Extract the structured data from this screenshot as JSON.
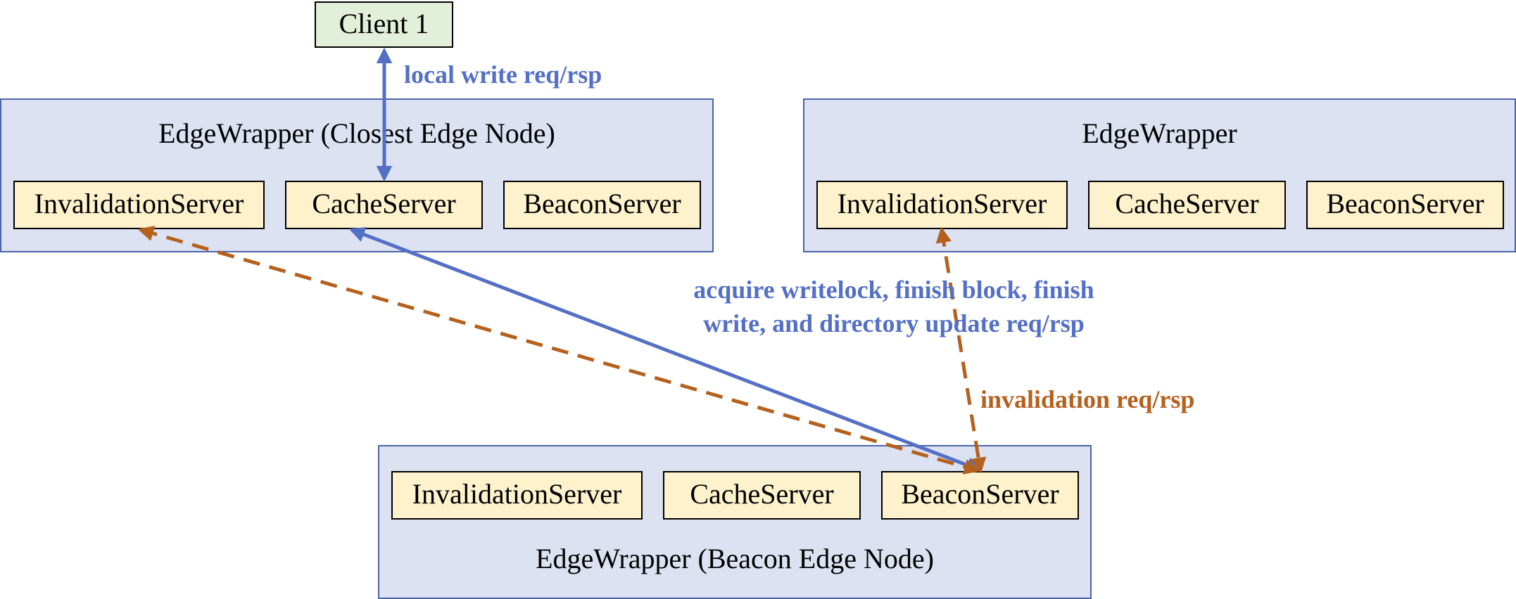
{
  "client": {
    "label": "Client 1"
  },
  "closest_wrapper": {
    "title": "EdgeWrapper (Closest Edge Node)",
    "servers": [
      "InvalidationServer",
      "CacheServer",
      "BeaconServer"
    ]
  },
  "remote_wrapper": {
    "title": "EdgeWrapper",
    "servers": [
      "InvalidationServer",
      "CacheServer",
      "BeaconServer"
    ]
  },
  "beacon_wrapper": {
    "title": "EdgeWrapper (Beacon Edge Node)",
    "servers": [
      "InvalidationServer",
      "CacheServer",
      "BeaconServer"
    ]
  },
  "labels": {
    "local_write": "local write req/rsp",
    "acquire_line1": "acquire writelock, finish block, finish",
    "acquire_line2": "write, and directory update req/rsp",
    "invalidation": "invalidation req/rsp"
  },
  "colors": {
    "blue": "#5470c6",
    "orange": "#b5611e",
    "wrapper_fill": "#dce2f1",
    "wrapper_border": "#4a64a8",
    "server_fill": "#fdf2cc",
    "client_fill": "#e3f0d9"
  }
}
